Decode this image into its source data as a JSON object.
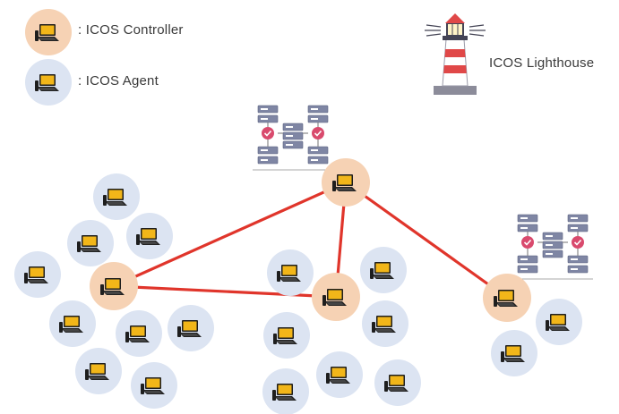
{
  "legend": {
    "controller_label": ": ICOS Controller",
    "agent_label": ": ICOS Agent"
  },
  "lighthouse": {
    "label": "ICOS Lighthouse"
  },
  "colors": {
    "controller_fill": "#f6d2b4",
    "agent_fill": "#dce4f2",
    "link": "#e0352b",
    "monitor": "#f2b619",
    "server": "#7f86a4",
    "server_check": "#d94a6d",
    "lighthouse_red": "#e04848"
  },
  "icons": {
    "node": "computer-icon",
    "cluster": "server-cluster-icon",
    "lighthouse": "lighthouse-icon"
  }
}
